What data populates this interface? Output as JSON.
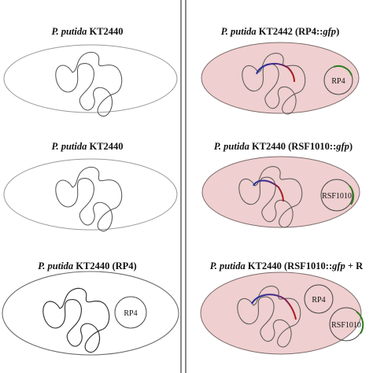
{
  "panels": [
    {
      "id": "left-1",
      "title_italic": "P. putida",
      "title_rest": " KT2440",
      "title_gfp": "",
      "title_tail": ""
    },
    {
      "id": "left-2",
      "title_italic": "P. putida",
      "title_rest": " KT2440",
      "title_gfp": "",
      "title_tail": ""
    },
    {
      "id": "left-3",
      "title_italic": "P. putida",
      "title_rest": " KT2440 (RP4)",
      "title_gfp": "",
      "title_tail": "",
      "plasmids": [
        "RP4"
      ]
    },
    {
      "id": "right-1",
      "title_italic": "P. putida",
      "title_rest": " KT2442 (RP4::",
      "title_gfp": "gfp",
      "title_tail": ")",
      "plasmids": [
        "RP4"
      ]
    },
    {
      "id": "right-2",
      "title_italic": "P. putida",
      "title_rest": " KT2440 (RSF1010::",
      "title_gfp": "gfp",
      "title_tail": ")",
      "plasmids": [
        "RSF1010"
      ]
    },
    {
      "id": "right-3",
      "title_italic": "P. putida",
      "title_rest": " KT2440 (RSF1010::",
      "title_gfp": "gfp",
      "title_tail": " + R",
      "plasmids": [
        "RP4",
        "RSF1010"
      ]
    }
  ],
  "colors": {
    "cell_fill_gfp": "#efcfcf",
    "gfp_gene": "#2f7d1f",
    "chromosome_insert_blue": "#1c2fa0",
    "chromosome_insert_red": "#b01818"
  }
}
